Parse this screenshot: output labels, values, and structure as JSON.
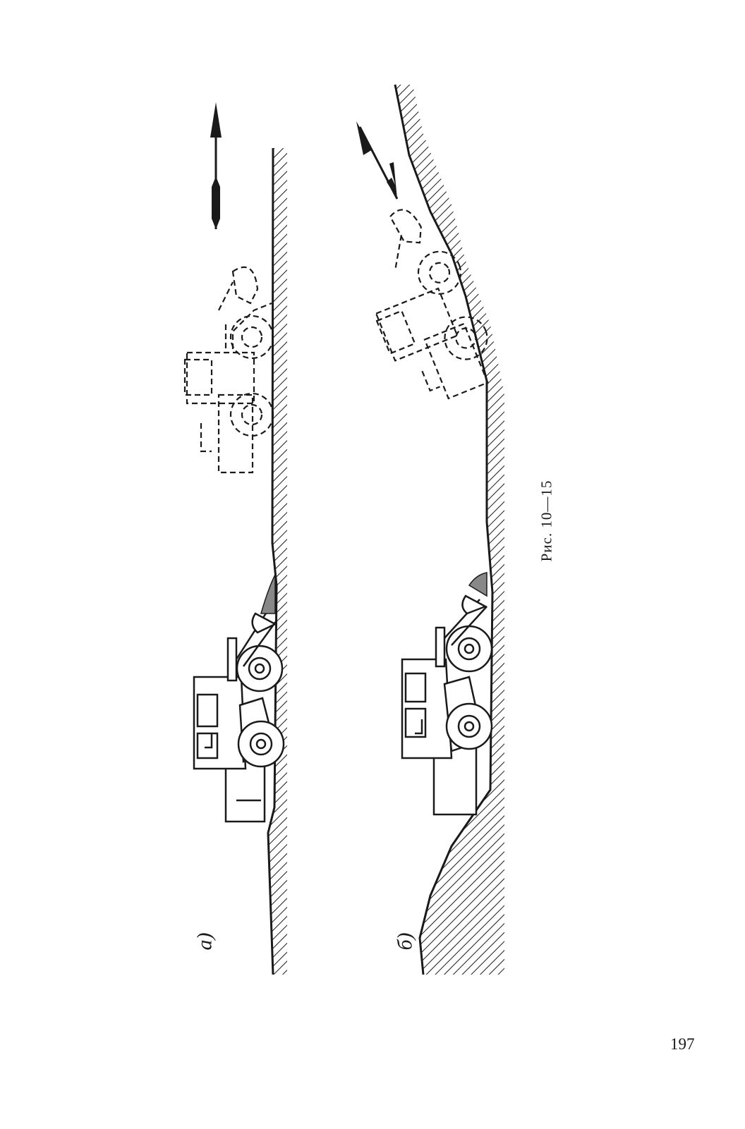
{
  "figure": {
    "panels": [
      {
        "label": "а)"
      },
      {
        "label": "б)"
      }
    ],
    "caption": "Рис. 10—15"
  },
  "page": {
    "number": "197"
  }
}
